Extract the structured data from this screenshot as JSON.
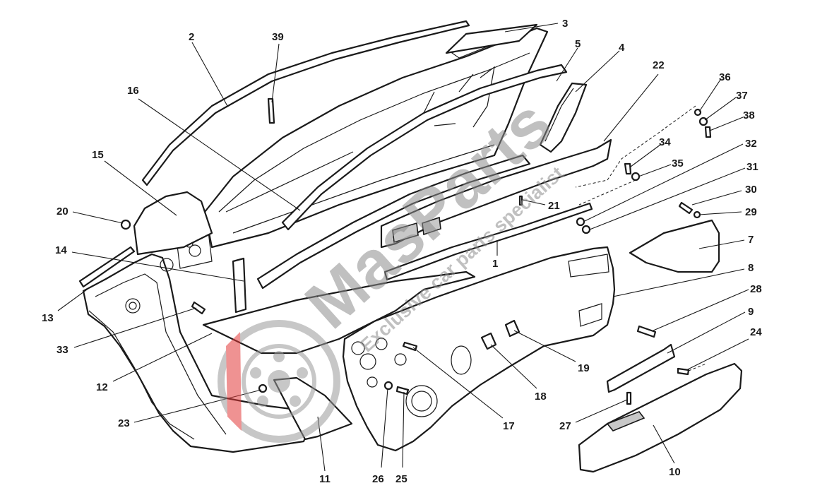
{
  "diagram": {
    "watermark": {
      "brand": "MasParts",
      "tagline": "Exclusive car parts specialist",
      "colors": {
        "logo_red": "#e23a3a",
        "logo_gray": "#9a9a9a"
      }
    },
    "colors": {
      "line": "#1a1a1a",
      "background": "#ffffff",
      "shading": "#c8c8c8"
    },
    "labels": [
      "1",
      "2",
      "3",
      "4",
      "5",
      "7",
      "8",
      "9",
      "10",
      "11",
      "12",
      "13",
      "14",
      "15",
      "16",
      "17",
      "18",
      "19",
      "20",
      "21",
      "22",
      "23",
      "24",
      "25",
      "26",
      "27",
      "28",
      "29",
      "30",
      "31",
      "32",
      "33",
      "34",
      "35",
      "36",
      "37",
      "38",
      "39"
    ]
  }
}
